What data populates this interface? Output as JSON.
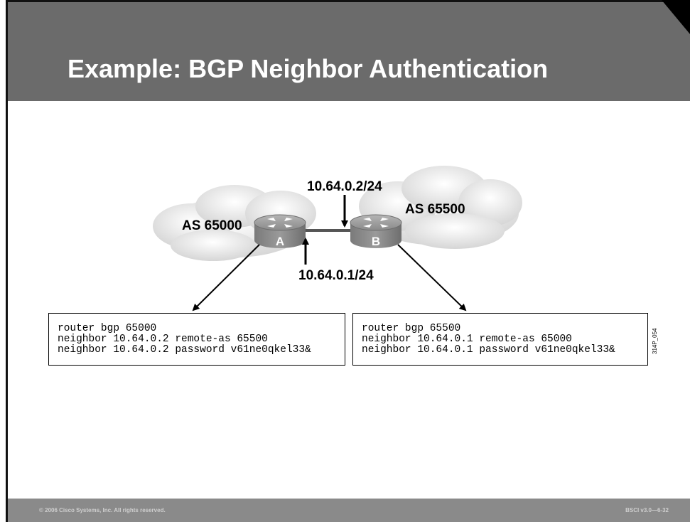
{
  "slide": {
    "title": "Example: BGP Neighbor Authentication",
    "footer_left": "© 2006 Cisco Systems, Inc. All rights reserved.",
    "footer_right": "BSCI v3.0—6-32",
    "figure_code": "314P_054"
  },
  "diagram": {
    "as_left": "AS 65000",
    "as_right": "AS 65500",
    "router_a": "A",
    "router_b": "B",
    "ip_top": "10.64.0.2/24",
    "ip_bottom": "10.64.0.1/24"
  },
  "config_left": [
    "router bgp 65000",
    "neighbor 10.64.0.2 remote-as 65500",
    "neighbor 10.64.0.2 password v61ne0qkel33&"
  ],
  "config_right": [
    "router bgp 65500",
    "neighbor 10.64.0.1 remote-as 65000",
    "neighbor 10.64.0.1 password v61ne0qkel33&"
  ]
}
